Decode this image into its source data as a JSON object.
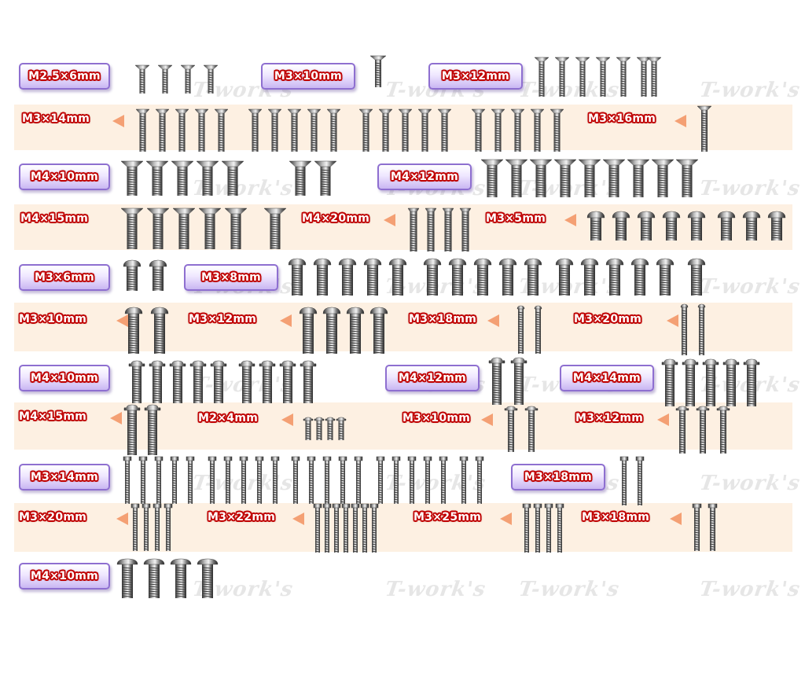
{
  "watermark_text": "T-work's",
  "colors": {
    "band": "#fdf0e2",
    "box_border": "#8e6fd0",
    "label_outline": "#c00000",
    "arrow": "#f4a074",
    "metal": "#8a8a8a"
  },
  "labels": [
    {
      "text": "M2.5×6mm"
    },
    {
      "text": "M3×10mm"
    },
    {
      "text": "M3×12mm"
    },
    {
      "text": "M3×14mm"
    },
    {
      "text": "M3×16mm"
    },
    {
      "text": "M4×10mm"
    },
    {
      "text": "M4×12mm"
    },
    {
      "text": "M4×15mm"
    },
    {
      "text": "M4×20mm"
    },
    {
      "text": "M3×5mm"
    },
    {
      "text": "M3×6mm"
    },
    {
      "text": "M3×8mm"
    },
    {
      "text": "M3×10mm"
    },
    {
      "text": "M3×12mm"
    },
    {
      "text": "M3×18mm"
    },
    {
      "text": "M3×20mm"
    },
    {
      "text": "M4×10mm"
    },
    {
      "text": "M4×12mm"
    },
    {
      "text": "M4×14mm"
    },
    {
      "text": "M4×15mm"
    },
    {
      "text": "M2×4mm"
    },
    {
      "text": "M3×10mm"
    },
    {
      "text": "M3×12mm"
    },
    {
      "text": "M3×14mm"
    },
    {
      "text": "M3×18mm"
    },
    {
      "text": "M3×20mm"
    },
    {
      "text": "M3×22mm"
    },
    {
      "text": "M3×25mm"
    },
    {
      "text": "M3×18mm"
    },
    {
      "text": "M4×10mm"
    }
  ]
}
